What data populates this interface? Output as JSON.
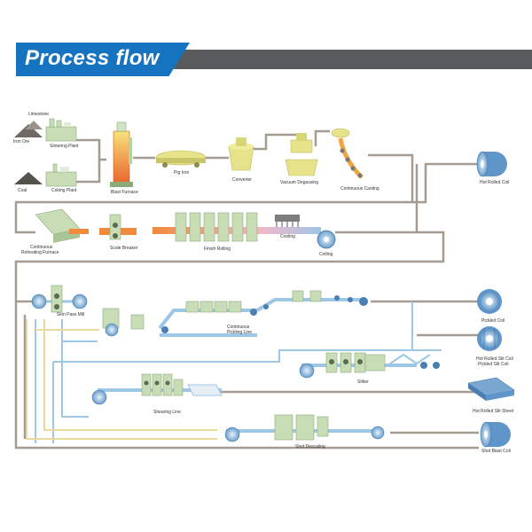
{
  "title": "Process flow",
  "labels": {
    "limestone": "Limestone",
    "iron_ore": "Iron Ore",
    "sintering_plant": "Sintering Plant",
    "coal": "Coal",
    "coking_plant": "Coking Plant",
    "blast_furnace": "Blast Furnace",
    "pig_iron": "Pig Iron",
    "converter": "Converter",
    "vacuum_degassing": "Vacuum Degassing",
    "continuous_casting": "Continuous Casting",
    "hot_rolled_coil": "Hot Rolled Coil",
    "reheating_furnace_1": "Continuous",
    "reheating_furnace_2": "Reheating Furnace",
    "scale_breaker": "Scale Breaker",
    "finish_rolling": "Finish Rolling",
    "cooling": "Cooling",
    "coiling": "Coiling",
    "skin_pass_mill": "Skin Pass Mill",
    "pickling_line_1": "Continuous",
    "pickling_line_2": "Pickling Line",
    "pickled_coil": "Pickled Coil",
    "slit_coil_1": "Hot Rolled Slit Coil",
    "slit_coil_2": "Pickled Slit Coil",
    "slitter": "Slitter",
    "slit_sheet": "Hot Rolled Slit Sheet",
    "shearing_line": "Shearing Line",
    "shot_descaling": "Shot Descaling",
    "shot_blast_coil": "Shot Blast Coil"
  },
  "colors": {
    "flow_line": "#a59b91",
    "blue_line": "#9ec7e6",
    "yellow_line": "#e8d99c",
    "accent": "#1673c0",
    "bar": "#595a5c"
  }
}
